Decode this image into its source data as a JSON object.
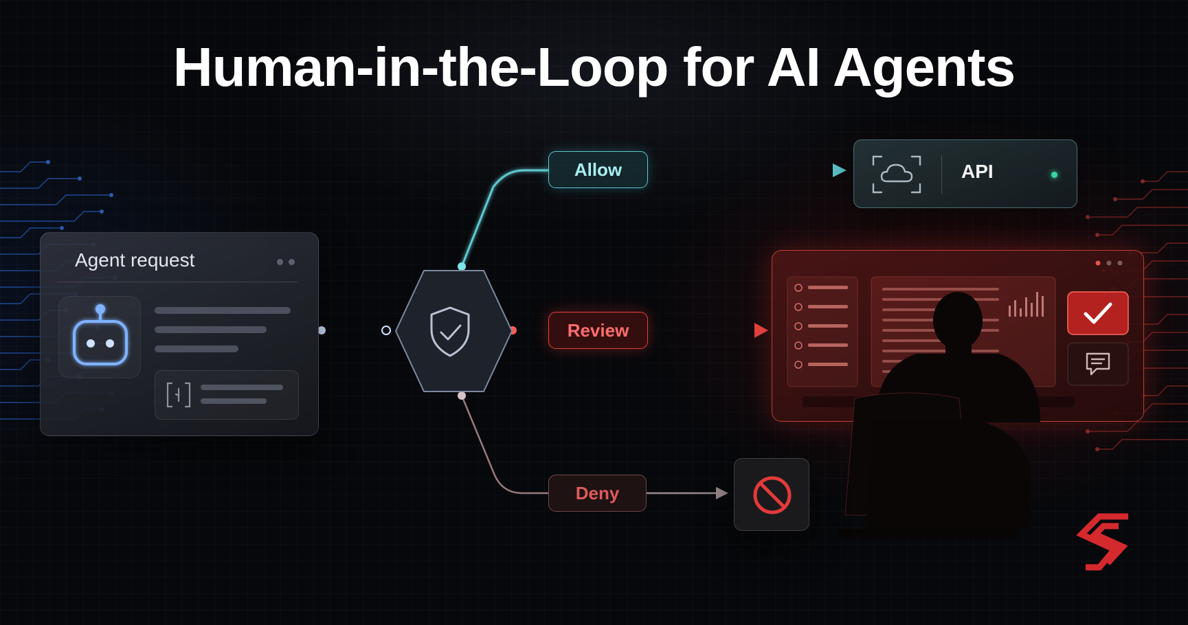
{
  "title": "Human-in-the-Loop for AI Agents",
  "agent_card": {
    "label": "Agent request",
    "icon": "robot-icon",
    "code_icon": "code-braces-icon"
  },
  "gate": {
    "icon": "shield-check-icon"
  },
  "paths": {
    "allow": {
      "label": "Allow",
      "color": "#5ec9cf"
    },
    "review": {
      "label": "Review",
      "color": "#e2423f"
    },
    "deny": {
      "label": "Deny",
      "color": "#9a7a7e"
    }
  },
  "api_card": {
    "label": "API",
    "icon": "cloud-icon",
    "status_color": "#38d6a0"
  },
  "review_panel": {
    "approve_icon": "checkmark-icon",
    "comment_icon": "comment-icon",
    "chart_icon": "bar-chart-icon"
  },
  "deny_tile": {
    "icon": "prohibited-icon"
  },
  "brand": {
    "logo": "s-logo-icon",
    "color": "#d42a2e"
  }
}
